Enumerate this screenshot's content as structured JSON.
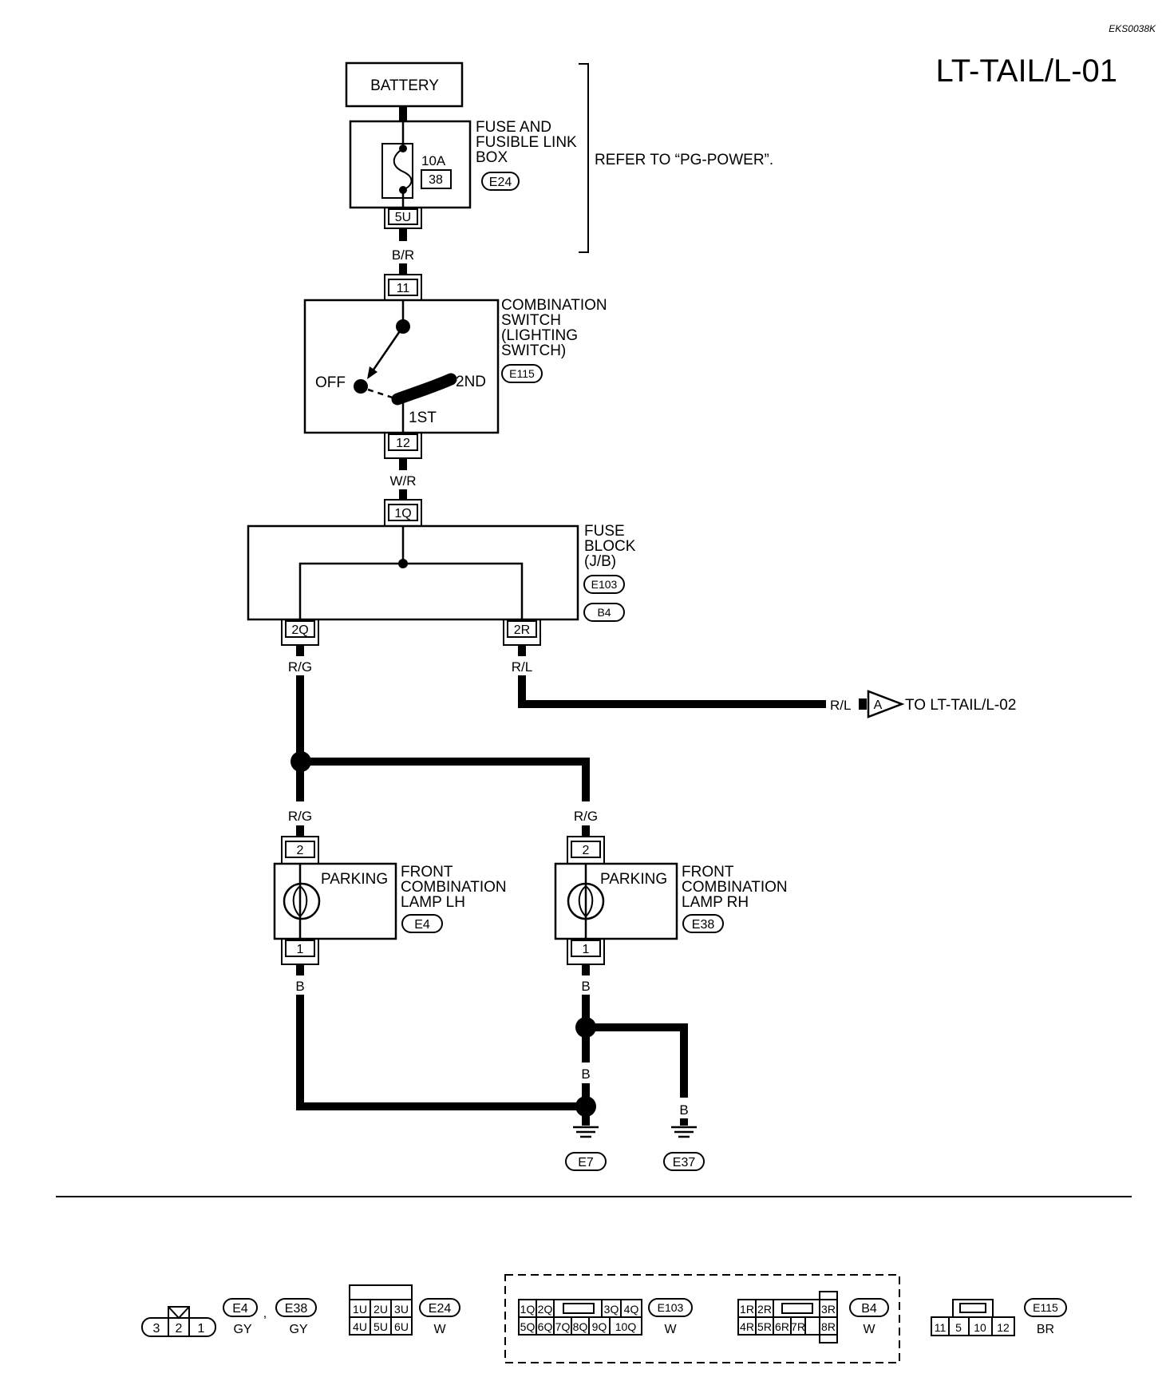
{
  "doc_code": "EKS0038K",
  "page_title": "LT-TAIL/L-01",
  "battery": {
    "label": "BATTERY"
  },
  "fuse_box": {
    "name_lines": [
      "FUSE AND",
      "FUSIBLE LINK",
      "BOX"
    ],
    "connector": "E24",
    "fuse_rating": "10A",
    "fuse_number": "38",
    "terminal": "5U",
    "refer_text": "REFER TO “PG-POWER”."
  },
  "wires": {
    "w1": "B/R",
    "w2": "W/R",
    "w3": "R/G",
    "w4": "R/L",
    "w5": "R/L",
    "w6": "R/G",
    "w7": "R/G",
    "w8": "B",
    "w9": "B",
    "w10": "B",
    "w11": "B"
  },
  "combination_switch": {
    "name_lines": [
      "COMBINATION",
      "SWITCH",
      "(LIGHTING",
      "SWITCH)"
    ],
    "connector": "E115",
    "terminal_in": "11",
    "terminal_out": "12",
    "pos_off": "OFF",
    "pos_1st": "1ST",
    "pos_2nd": "2ND"
  },
  "fuse_block": {
    "name_lines": [
      "FUSE",
      "BLOCK",
      "(J/B)"
    ],
    "connectors": [
      "E103",
      "B4"
    ],
    "terminal_in": "1Q",
    "terminal_left": "2Q",
    "terminal_right": "2R"
  },
  "off_page": {
    "letter": "A",
    "text": "TO LT-TAIL/L-02"
  },
  "lamp_lh": {
    "element": "PARKING",
    "name_lines": [
      "FRONT",
      "COMBINATION",
      "LAMP LH"
    ],
    "connector": "E4",
    "pin_top": "2",
    "pin_bottom": "1"
  },
  "lamp_rh": {
    "element": "PARKING",
    "name_lines": [
      "FRONT",
      "COMBINATION",
      "LAMP RH"
    ],
    "connector": "E38",
    "pin_top": "2",
    "pin_bottom": "1"
  },
  "grounds": [
    "E7",
    "E37"
  ],
  "legend": {
    "c1": {
      "pins": [
        "3",
        "2",
        "1"
      ],
      "codes": [
        "E4",
        "E38"
      ],
      "comma": ",",
      "colors": [
        "GY",
        "GY"
      ]
    },
    "c2": {
      "pins_top": [
        "1U",
        "2U",
        "3U"
      ],
      "pins_bottom": [
        "4U",
        "5U",
        "6U"
      ],
      "code": "E24",
      "color": "W"
    },
    "c3": {
      "pins_top": [
        "1Q",
        "2Q",
        "3Q",
        "4Q"
      ],
      "pins_bottom": [
        "5Q",
        "6Q",
        "7Q",
        "8Q",
        "9Q",
        "10Q"
      ],
      "code": "E103",
      "color": "W"
    },
    "c4": {
      "pins_top": [
        "1R",
        "2R",
        "3R"
      ],
      "pins_bottom": [
        "4R",
        "5R",
        "6R",
        "7R",
        "8R"
      ],
      "code": "B4",
      "color": "W"
    },
    "c5": {
      "pins": [
        "11",
        "5",
        "10",
        "12"
      ],
      "code": "E115",
      "color": "BR"
    }
  }
}
